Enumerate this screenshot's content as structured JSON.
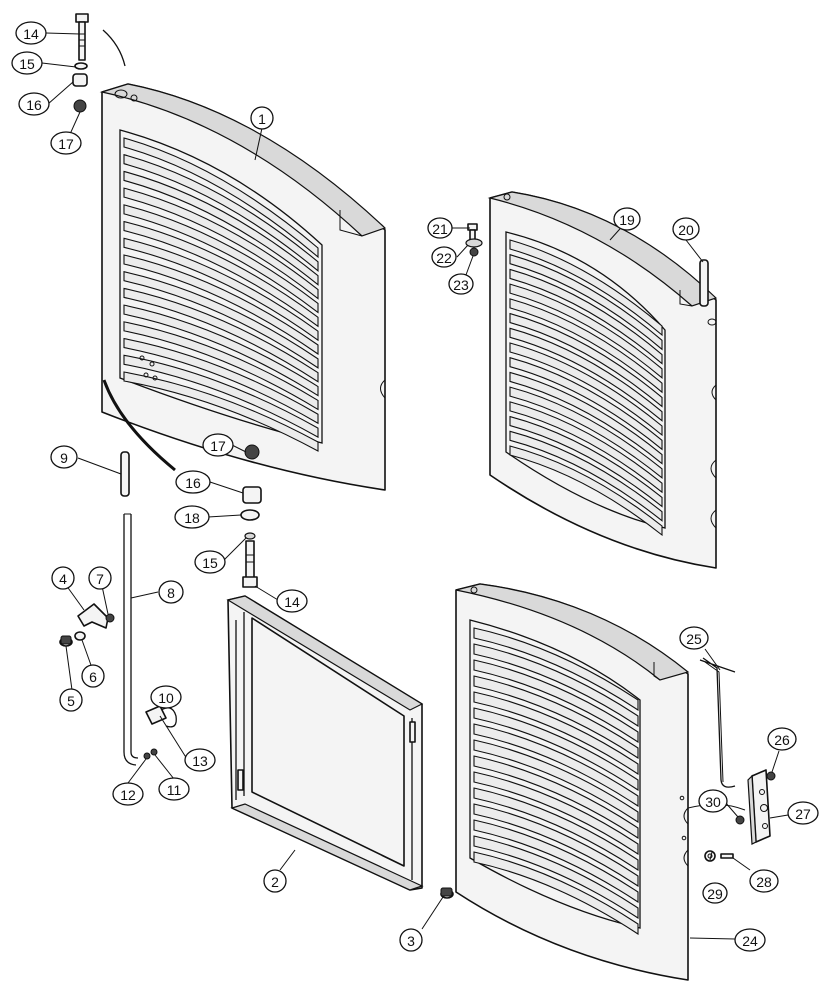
{
  "callouts": {
    "c1": "1",
    "c2": "2",
    "c3": "3",
    "c4": "4",
    "c5": "5",
    "c6": "6",
    "c7": "7",
    "c8": "8",
    "c9": "9",
    "c10": "10",
    "c11": "11",
    "c12": "12",
    "c13": "13",
    "c14a": "14",
    "c14b": "14",
    "c15a": "15",
    "c15b": "15",
    "c16a": "16",
    "c16b": "16",
    "c17a": "17",
    "c17b": "17",
    "c18": "18",
    "c19": "19",
    "c20": "20",
    "c21": "21",
    "c22": "22",
    "c23": "23",
    "c24": "24",
    "c25": "25",
    "c26": "26",
    "c27": "27",
    "c28": "28",
    "c29": "29",
    "c30": "30"
  }
}
